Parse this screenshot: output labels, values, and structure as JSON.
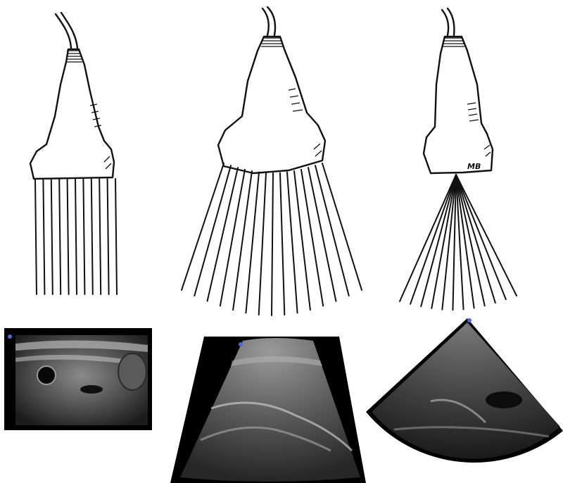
{
  "diagram": {
    "probes": [
      {
        "name": "linear",
        "beam": "parallel",
        "beam_count": 11
      },
      {
        "name": "curvilinear",
        "beam": "fan",
        "beam_count": 15
      },
      {
        "name": "phased-array",
        "beam": "sector",
        "beam_count": 12
      }
    ],
    "artist_initials": "MB",
    "colors": {
      "ink": "#111111",
      "scan_background": "#000000",
      "tissue": "#6f6f6f"
    }
  }
}
